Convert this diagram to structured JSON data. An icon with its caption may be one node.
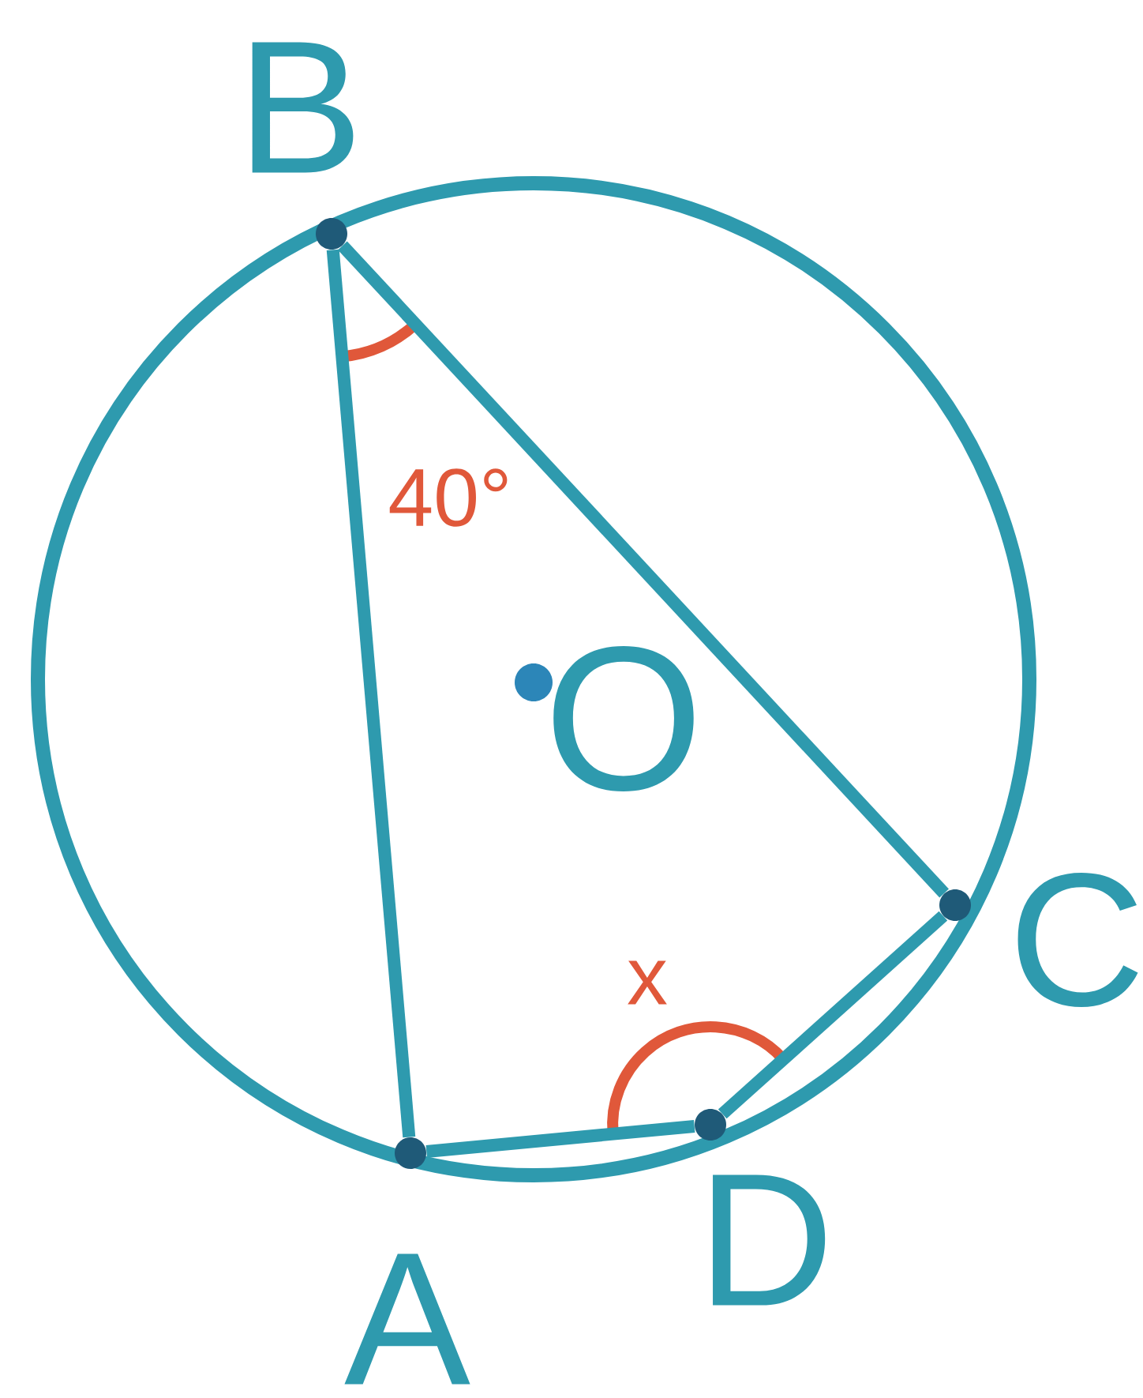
{
  "diagram": {
    "nodes": [
      {
        "text": [
          "B"
        ]
      },
      {
        "text": [
          "A"
        ]
      },
      {
        "text": [
          "C"
        ]
      },
      {
        "text": [
          "D"
        ]
      },
      {
        "text": [
          "O"
        ]
      }
    ],
    "edges": [
      {
        "from": 0,
        "to": 1,
        "arrow": "none"
      },
      {
        "from": 0,
        "to": 2,
        "arrow": "none"
      },
      {
        "from": 1,
        "to": 3,
        "arrow": "none"
      },
      {
        "from": 3,
        "to": 2,
        "arrow": "none"
      }
    ],
    "labels": [
      "40°",
      "x"
    ]
  }
}
